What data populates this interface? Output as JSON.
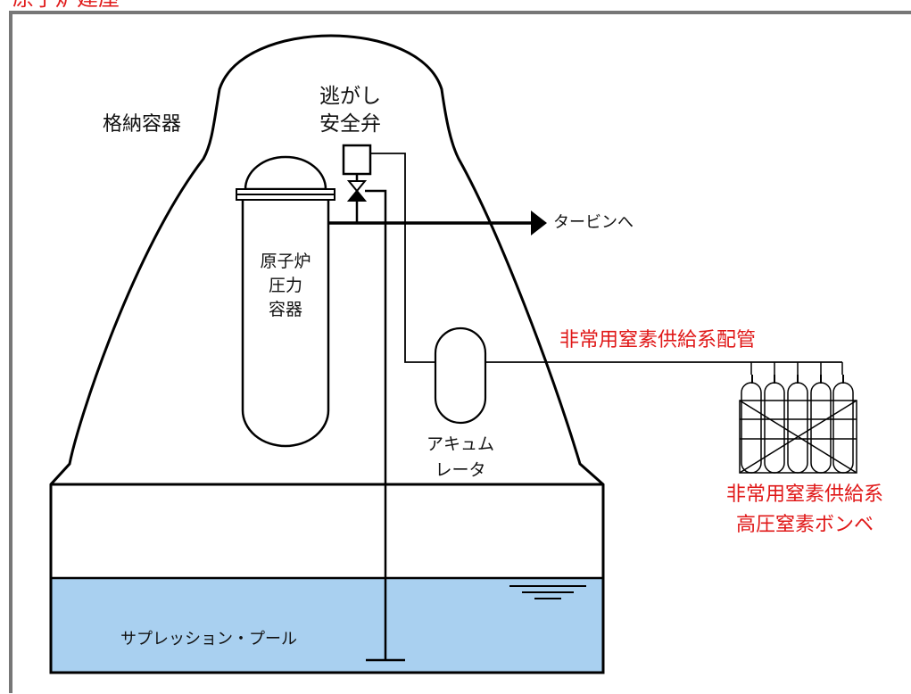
{
  "labels": {
    "top_title_fragment": "原子炉建屋",
    "containment": "格納容器",
    "relief_valve": [
      "逃がし",
      "安全弁"
    ],
    "turbine": "タービンへ",
    "reactor_vessel": [
      "原子炉",
      "圧力",
      "容器"
    ],
    "accumulator": [
      "アキュム",
      "レータ"
    ],
    "piping": "非常用窒素供給系配管",
    "cylinders": [
      "非常用窒素供給系",
      "高圧窒素ボンベ"
    ],
    "suppression_pool": "サプレッション・プール"
  },
  "colors": {
    "line": "#000000",
    "red_text": "#e01818",
    "water": "#a9d0f0",
    "frame": "#777777",
    "background": "#ffffff"
  }
}
